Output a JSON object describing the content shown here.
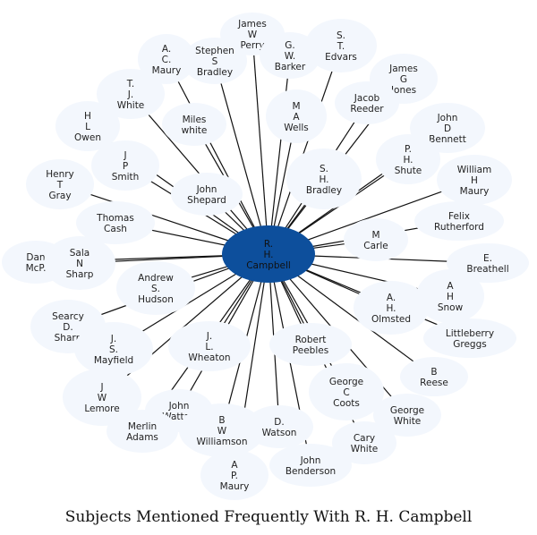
{
  "diagram": {
    "caption": "Subjects Mentioned Frequently With R. H. Campbell",
    "colors": {
      "center_fill": "#0d4f9c",
      "node_fill": "#f3f7fd",
      "edge": "#111111"
    },
    "center": {
      "id": "campbell",
      "lines": [
        "R.",
        "H.",
        "Campbell"
      ]
    },
    "nodes": [
      {
        "id": "james-w-perry",
        "lines": [
          "James",
          "W",
          "Perry"
        ]
      },
      {
        "id": "a-c-maury",
        "lines": [
          "A.",
          "C.",
          "Maury"
        ]
      },
      {
        "id": "stephen-s-bradley",
        "lines": [
          "Stephen",
          "S",
          "Bradley"
        ]
      },
      {
        "id": "g-w-barker",
        "lines": [
          "G.",
          "W.",
          "Barker"
        ]
      },
      {
        "id": "s-t-edvars",
        "lines": [
          "S.",
          "T.",
          "Edvars"
        ]
      },
      {
        "id": "james-g-jones",
        "lines": [
          "James",
          "G",
          "Jones"
        ]
      },
      {
        "id": "t-j-white",
        "lines": [
          "T.",
          "J.",
          "White"
        ]
      },
      {
        "id": "jacob-reeder",
        "lines": [
          "Jacob",
          "Reeder"
        ]
      },
      {
        "id": "m-a-wells",
        "lines": [
          "M",
          "A",
          "Wells"
        ]
      },
      {
        "id": "miles-white",
        "lines": [
          "Miles",
          "white"
        ]
      },
      {
        "id": "h-l-owen",
        "lines": [
          "H",
          "L",
          "Owen"
        ]
      },
      {
        "id": "john-d-bennett",
        "lines": [
          "John",
          "D",
          "Bennett"
        ]
      },
      {
        "id": "p-h-shute",
        "lines": [
          "P.",
          "H.",
          "Shute"
        ]
      },
      {
        "id": "j-p-smith",
        "lines": [
          "J",
          "P",
          "Smith"
        ]
      },
      {
        "id": "henry-t-gray",
        "lines": [
          "Henry",
          "T",
          "Gray"
        ]
      },
      {
        "id": "s-h-bradley",
        "lines": [
          "S.",
          "H.",
          "Bradley"
        ]
      },
      {
        "id": "william-h-maury",
        "lines": [
          "William",
          "H",
          "Maury"
        ]
      },
      {
        "id": "john-shepard",
        "lines": [
          "John",
          "Shepard"
        ]
      },
      {
        "id": "thomas-cash",
        "lines": [
          "Thomas",
          "Cash"
        ]
      },
      {
        "id": "felix-rutherford",
        "lines": [
          "Felix",
          "Rutherford"
        ]
      },
      {
        "id": "m-carle",
        "lines": [
          "M",
          "Carle"
        ]
      },
      {
        "id": "dan-mcp",
        "lines": [
          "Dan",
          "McP."
        ]
      },
      {
        "id": "sala-n-sharp",
        "lines": [
          "Sala",
          "N",
          "Sharp"
        ]
      },
      {
        "id": "e-breathell",
        "lines": [
          "E.",
          "Breathell"
        ]
      },
      {
        "id": "andrew-s-hudson",
        "lines": [
          "Andrew",
          "S.",
          "Hudson"
        ]
      },
      {
        "id": "a-h-olmsted",
        "lines": [
          "A.",
          "H.",
          "Olmsted"
        ]
      },
      {
        "id": "a-h-snow",
        "lines": [
          "A",
          "H",
          "Snow"
        ]
      },
      {
        "id": "searcy-d-sharp",
        "lines": [
          "Searcy",
          "D.",
          "Sharp"
        ]
      },
      {
        "id": "j-s-mayfield",
        "lines": [
          "J.",
          "S.",
          "Mayfield"
        ]
      },
      {
        "id": "j-l-wheaton",
        "lines": [
          "J.",
          "L.",
          "Wheaton"
        ]
      },
      {
        "id": "robert-peebles",
        "lines": [
          "Robert",
          "Peebles"
        ]
      },
      {
        "id": "littleberry-greggs",
        "lines": [
          "Littleberry",
          "Greggs"
        ]
      },
      {
        "id": "j-w-lemore",
        "lines": [
          "J",
          "W",
          "Lemore"
        ]
      },
      {
        "id": "b-reese",
        "lines": [
          "B",
          "Reese"
        ]
      },
      {
        "id": "george-c-coots",
        "lines": [
          "George",
          "C",
          "Coots"
        ]
      },
      {
        "id": "john-wattan",
        "lines": [
          "John",
          "Wattan"
        ]
      },
      {
        "id": "george-white",
        "lines": [
          "George",
          "White"
        ]
      },
      {
        "id": "merlin-adams",
        "lines": [
          "Merlin",
          "Adams"
        ]
      },
      {
        "id": "b-w-williamson",
        "lines": [
          "B",
          "W",
          "Williamson"
        ]
      },
      {
        "id": "d-watson",
        "lines": [
          "D.",
          "Watson"
        ]
      },
      {
        "id": "cary-white",
        "lines": [
          "Cary",
          "White"
        ]
      },
      {
        "id": "a-p-maury",
        "lines": [
          "A",
          "P.",
          "Maury"
        ]
      },
      {
        "id": "john-benderson",
        "lines": [
          "John",
          "Benderson"
        ]
      }
    ]
  }
}
